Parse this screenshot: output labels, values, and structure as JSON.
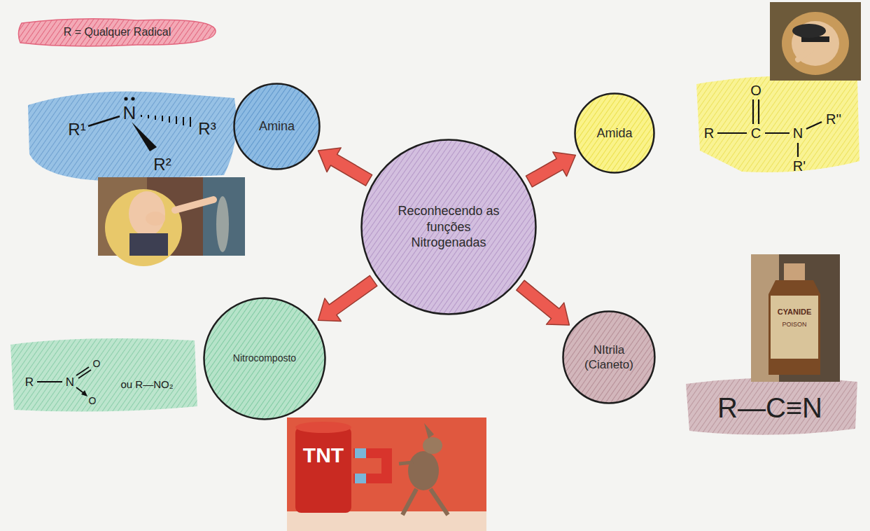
{
  "diagram": {
    "nodes": [
      {
        "text": [
          "R = Qualquer Radical"
        ]
      },
      {
        "text": [
          "Amina"
        ]
      },
      {
        "text": [
          "Amida"
        ]
      },
      {
        "text": [
          "Reconhecendo as funções Nitrogenadas"
        ]
      },
      {
        "text": [
          "Nitrocomposto"
        ]
      },
      {
        "text": [
          "NItrila (Cianeto)"
        ]
      }
    ],
    "edges": [
      {
        "from": 3,
        "to": 1,
        "arrow": "to"
      },
      {
        "from": 3,
        "to": 2,
        "arrow": "to"
      },
      {
        "from": 3,
        "to": 4,
        "arrow": "to"
      },
      {
        "from": 3,
        "to": 5,
        "arrow": "to"
      }
    ],
    "labels": [
      "R¹",
      "N",
      "R³",
      "R²",
      "O",
      "R",
      "C",
      "N",
      "R''",
      "R'",
      "R",
      "N",
      "O",
      "O",
      "ou R—NO₂",
      "R—C≡N",
      "TNT",
      "CYANIDE",
      "POISON"
    ]
  }
}
